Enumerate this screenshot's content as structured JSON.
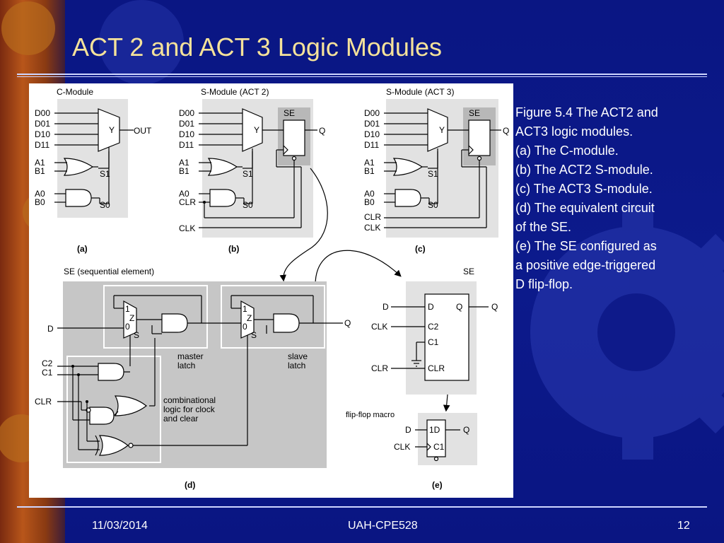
{
  "slide": {
    "title": "ACT 2 and ACT 3 Logic Modules",
    "caption_lines": [
      "Figure 5.4 The ACT2 and",
      "ACT3 logic modules.",
      "(a) The C-module.",
      "(b) The ACT2 S-module.",
      "(c) The ACT3 S-module.",
      "(d) The equivalent circuit",
      "of the SE.",
      "(e) The SE configured as",
      "a positive edge-triggered",
      "D flip-flop."
    ],
    "footer": {
      "date": "11/03/2014",
      "center": "UAH-CPE528",
      "page": "12"
    }
  },
  "figure": {
    "c_module": {
      "title": "C-Module",
      "inputs": [
        "D00",
        "D01",
        "D10",
        "D11"
      ],
      "a1": "A1",
      "b1": "B1",
      "a0": "A0",
      "b0": "B0",
      "y": "Y",
      "out": "OUT",
      "s1": "S1",
      "s0": "S0",
      "tag": "(a)"
    },
    "s_module_act2": {
      "title": "S-Module (ACT 2)",
      "inputs": [
        "D00",
        "D01",
        "D10",
        "D11"
      ],
      "a1": "A1",
      "b1": "B1",
      "a0": "A0",
      "clr": "CLR",
      "y": "Y",
      "se": "SE",
      "q": "Q",
      "s1": "S1",
      "s0": "S0",
      "clk": "CLK",
      "tag": "(b)"
    },
    "s_module_act3": {
      "title": "S-Module (ACT 3)",
      "inputs": [
        "D00",
        "D01",
        "D10",
        "D11"
      ],
      "a1": "A1",
      "b1": "B1",
      "a0": "A0",
      "b0": "B0",
      "y": "Y",
      "se": "SE",
      "q": "Q",
      "s1": "S1",
      "s0": "S0",
      "clr": "CLR",
      "clk": "CLK",
      "tag": "(c)"
    },
    "se_circuit": {
      "title": "SE (sequential element)",
      "d": "D",
      "q": "Q",
      "c2": "C2",
      "c1": "C1",
      "clr": "CLR",
      "mux_1": "1",
      "mux_0": "0",
      "mux_z": "Z",
      "mux_s": "S",
      "master_label": [
        "master",
        "latch"
      ],
      "slave_label": [
        "slave",
        "latch"
      ],
      "comb_label": [
        "combinational",
        "logic for clock",
        "and clear"
      ],
      "tag": "(d)"
    },
    "se_config": {
      "title": "SE",
      "d": "D",
      "clk": "CLK",
      "clr": "CLR",
      "pin_d": "D",
      "pin_q": "Q",
      "pin_c2": "C2",
      "pin_c1": "C1",
      "pin_clr": "CLR",
      "q": "Q",
      "macro_title": "flip-flop macro",
      "macro_d": "D",
      "macro_clk": "CLK",
      "macro_q": "Q",
      "macro_pin_d": "1D",
      "macro_pin_c": "C1",
      "tag": "(e)"
    }
  }
}
